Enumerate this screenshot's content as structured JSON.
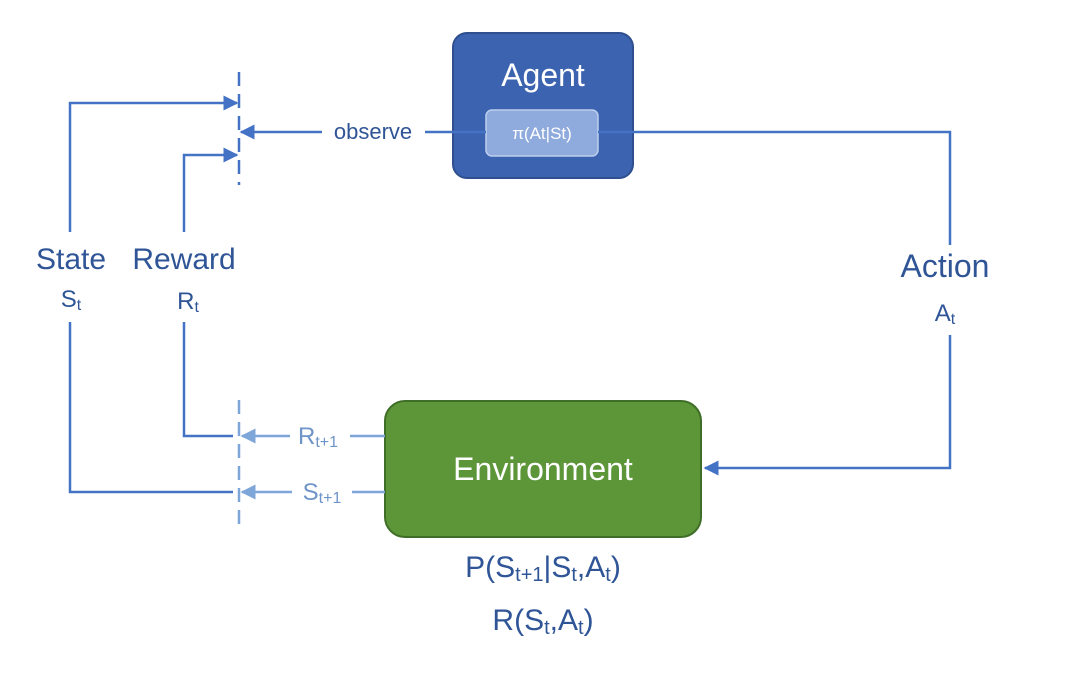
{
  "colors": {
    "line": "#4472C4",
    "line_light": "#7FA6D9",
    "text_blue": "#2F5597",
    "text_light": "#6E94C8",
    "agent_fill": "#3C63B0",
    "agent_border": "#2F4F8F",
    "policy_fill": "#8FAADC",
    "policy_border": "#BDD0EE",
    "env_fill": "#5D9639",
    "env_border": "#3F6E28",
    "white": "#ffffff"
  },
  "agent": {
    "title": "Agent",
    "policy": "π(At|St)"
  },
  "environment": {
    "title": "Environment",
    "transition_prob": {
      "p_open": "P(S",
      "sub_next": "t+1",
      "bar": "|S",
      "sub_t1": "t",
      "comma_a": ",A",
      "sub_t2": "t",
      "close": ")"
    },
    "reward_fn": {
      "r_open": "R(S",
      "sub_t1": "t",
      "comma_a": ",A",
      "sub_t2": "t",
      "close": ")"
    }
  },
  "labels": {
    "observe": "observe",
    "state": "State",
    "state_symbol": "S",
    "state_sub": "t",
    "reward": "Reward",
    "reward_symbol": "R",
    "reward_sub": "t",
    "action": "Action",
    "action_symbol": "A",
    "action_sub": "t",
    "next_reward_symbol": "R",
    "next_reward_sub": "t+1",
    "next_state_symbol": "S",
    "next_state_sub": "t+1"
  }
}
